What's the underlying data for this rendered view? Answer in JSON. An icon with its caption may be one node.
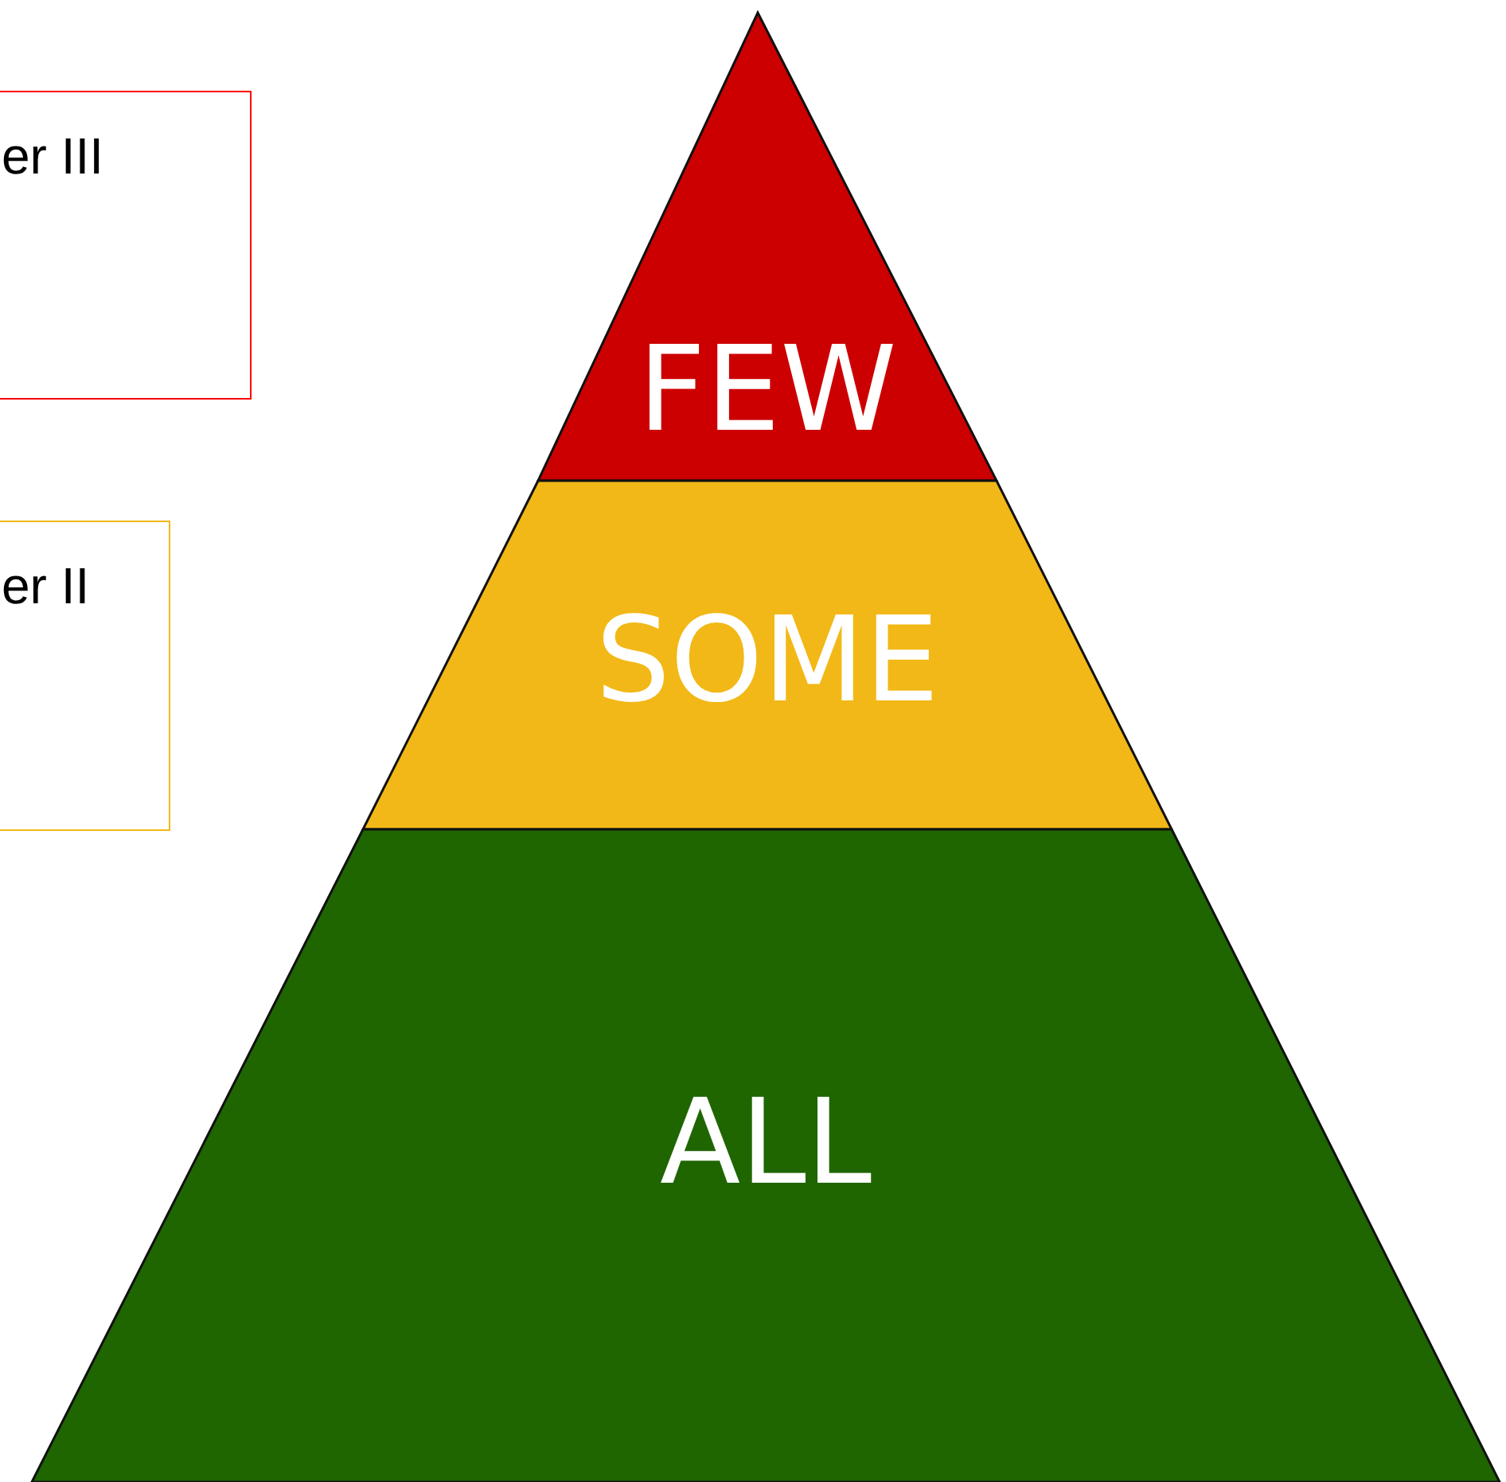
{
  "diagram": {
    "nodes": [
      {
        "text": [
          "er III"
        ]
      },
      {
        "text": [
          "er II"
        ]
      },
      {
        "text": [
          "FEW"
        ]
      },
      {
        "text": [
          "SOME"
        ]
      },
      {
        "text": [
          "ALL"
        ]
      }
    ]
  }
}
